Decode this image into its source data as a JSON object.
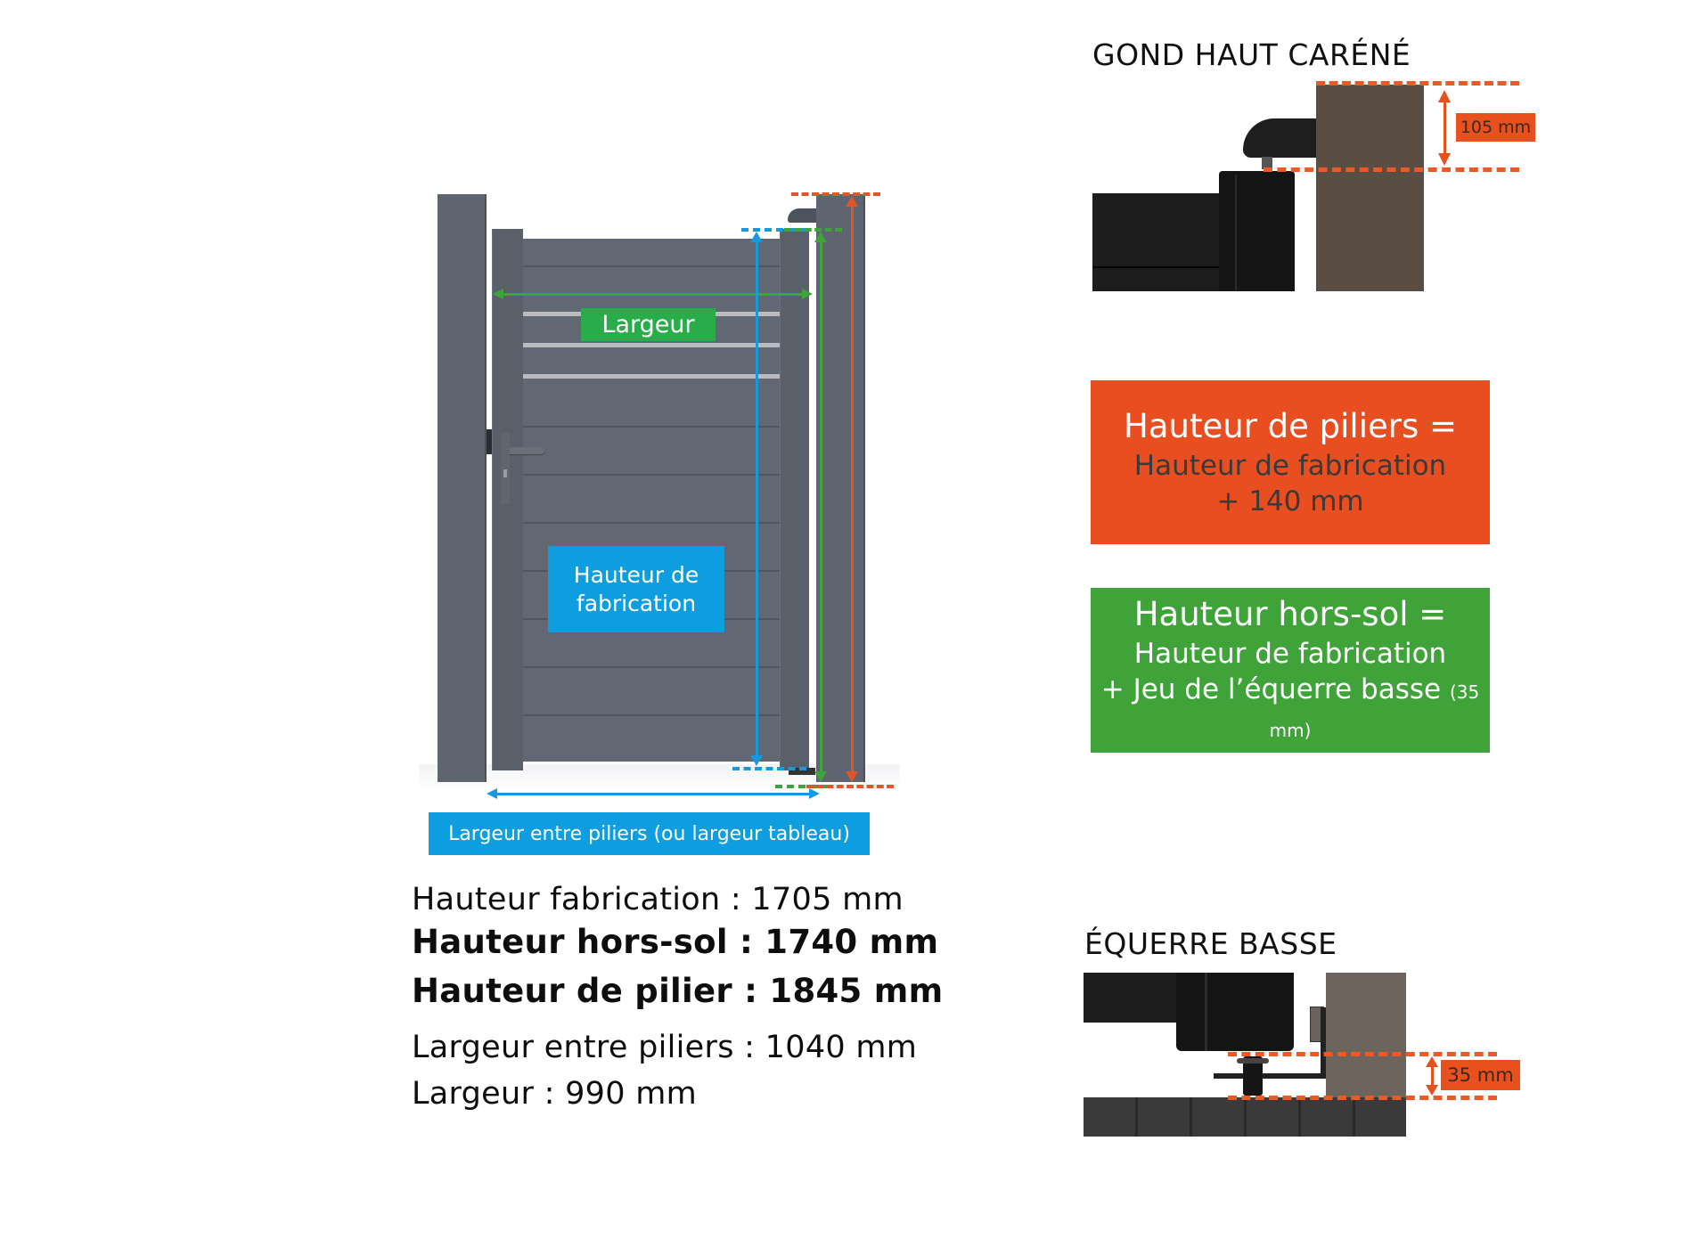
{
  "gate_diagram": {
    "label_largeur": "Largeur",
    "label_hauteur_fabrication": "Hauteur de fabrication",
    "label_hauteur_fabrication_line1": "Hauteur de",
    "label_hauteur_fabrication_line2": "fabrication",
    "label_largeur_entre_piliers": "Largeur entre piliers (ou largeur tableau)",
    "colors": {
      "gate_gray": "#626873",
      "blue": "#0e9ee0",
      "green": "#2aac4a",
      "orange": "#e4542a"
    }
  },
  "specs": [
    {
      "label": "Hauteur fabrication",
      "value": "1705 mm",
      "text": "Hauteur fabrication : 1705 mm",
      "weight": "regular"
    },
    {
      "label": "Hauteur hors-sol",
      "value": "1740 mm",
      "text": "Hauteur hors-sol : 1740 mm",
      "weight": "bold"
    },
    {
      "label": "Hauteur de pilier",
      "value": "1845 mm",
      "text": "Hauteur de pilier : 1845 mm",
      "weight": "bold"
    },
    {
      "label": "Largeur entre piliers",
      "value": "1040 mm",
      "text": "Largeur entre piliers : 1040 mm",
      "weight": "regular"
    },
    {
      "label": "Largeur",
      "value": "990 mm",
      "text": "Largeur : 990 mm",
      "weight": "regular"
    }
  ],
  "gond_haut": {
    "title": "GOND HAUT CARÉNÉ",
    "measure": "105 mm"
  },
  "formula_piliers": {
    "line1": "Hauteur de piliers =",
    "line2": "Hauteur de fabrication",
    "line3": "+ 140 mm",
    "color": "#e84e1f"
  },
  "formula_hors_sol": {
    "line1": "Hauteur hors-sol =",
    "line2": "Hauteur de fabrication",
    "line3": "+ Jeu de l’équerre basse",
    "line3_small": "(35 mm)",
    "color": "#40a33a"
  },
  "equerre_basse": {
    "title": "ÉQUERRE BASSE",
    "measure": "35 mm"
  }
}
